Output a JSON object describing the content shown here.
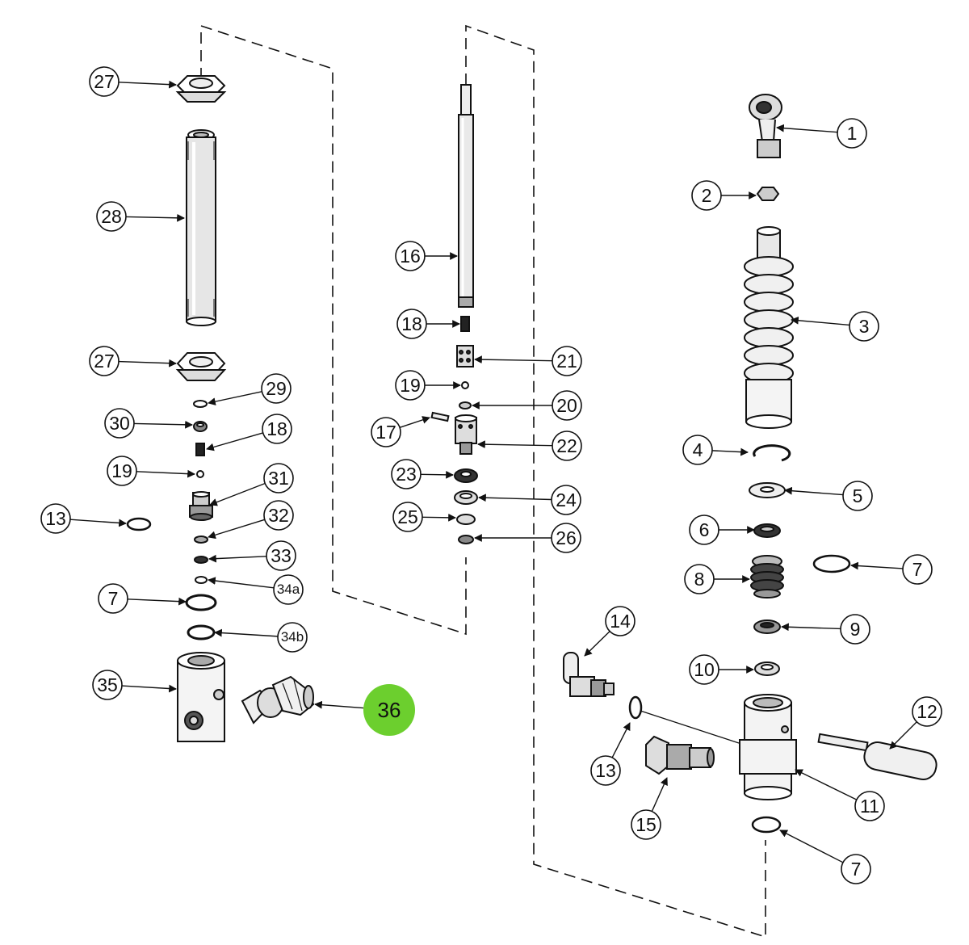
{
  "diagram": {
    "highlight_color": "#6ccf2e",
    "line_color": "#111111",
    "highlighted_part": "36",
    "callouts": [
      {
        "id": "c1",
        "label": "1"
      },
      {
        "id": "c2",
        "label": "2"
      },
      {
        "id": "c3",
        "label": "3"
      },
      {
        "id": "c4",
        "label": "4"
      },
      {
        "id": "c5",
        "label": "5"
      },
      {
        "id": "c6",
        "label": "6"
      },
      {
        "id": "c7a",
        "label": "7"
      },
      {
        "id": "c8",
        "label": "8"
      },
      {
        "id": "c9",
        "label": "9"
      },
      {
        "id": "c10",
        "label": "10"
      },
      {
        "id": "c11",
        "label": "11"
      },
      {
        "id": "c12",
        "label": "12"
      },
      {
        "id": "c14",
        "label": "14"
      },
      {
        "id": "c13b",
        "label": "13"
      },
      {
        "id": "c15",
        "label": "15"
      },
      {
        "id": "c7b",
        "label": "7"
      },
      {
        "id": "c16",
        "label": "16"
      },
      {
        "id": "c18b",
        "label": "18"
      },
      {
        "id": "c21",
        "label": "21"
      },
      {
        "id": "c19b",
        "label": "19"
      },
      {
        "id": "c20",
        "label": "20"
      },
      {
        "id": "c17",
        "label": "17"
      },
      {
        "id": "c22",
        "label": "22"
      },
      {
        "id": "c23",
        "label": "23"
      },
      {
        "id": "c24",
        "label": "24"
      },
      {
        "id": "c25",
        "label": "25"
      },
      {
        "id": "c26",
        "label": "26"
      },
      {
        "id": "c27a",
        "label": "27"
      },
      {
        "id": "c28",
        "label": "28"
      },
      {
        "id": "c27b",
        "label": "27"
      },
      {
        "id": "c29",
        "label": "29"
      },
      {
        "id": "c30",
        "label": "30"
      },
      {
        "id": "c18a",
        "label": "18"
      },
      {
        "id": "c19a",
        "label": "19"
      },
      {
        "id": "c31",
        "label": "31"
      },
      {
        "id": "c13a",
        "label": "13"
      },
      {
        "id": "c32",
        "label": "32"
      },
      {
        "id": "c33",
        "label": "33"
      },
      {
        "id": "c34a",
        "label": "34a"
      },
      {
        "id": "c7c",
        "label": "7"
      },
      {
        "id": "c34b",
        "label": "34b"
      },
      {
        "id": "c35",
        "label": "35"
      },
      {
        "id": "c36",
        "label": "36"
      }
    ]
  }
}
